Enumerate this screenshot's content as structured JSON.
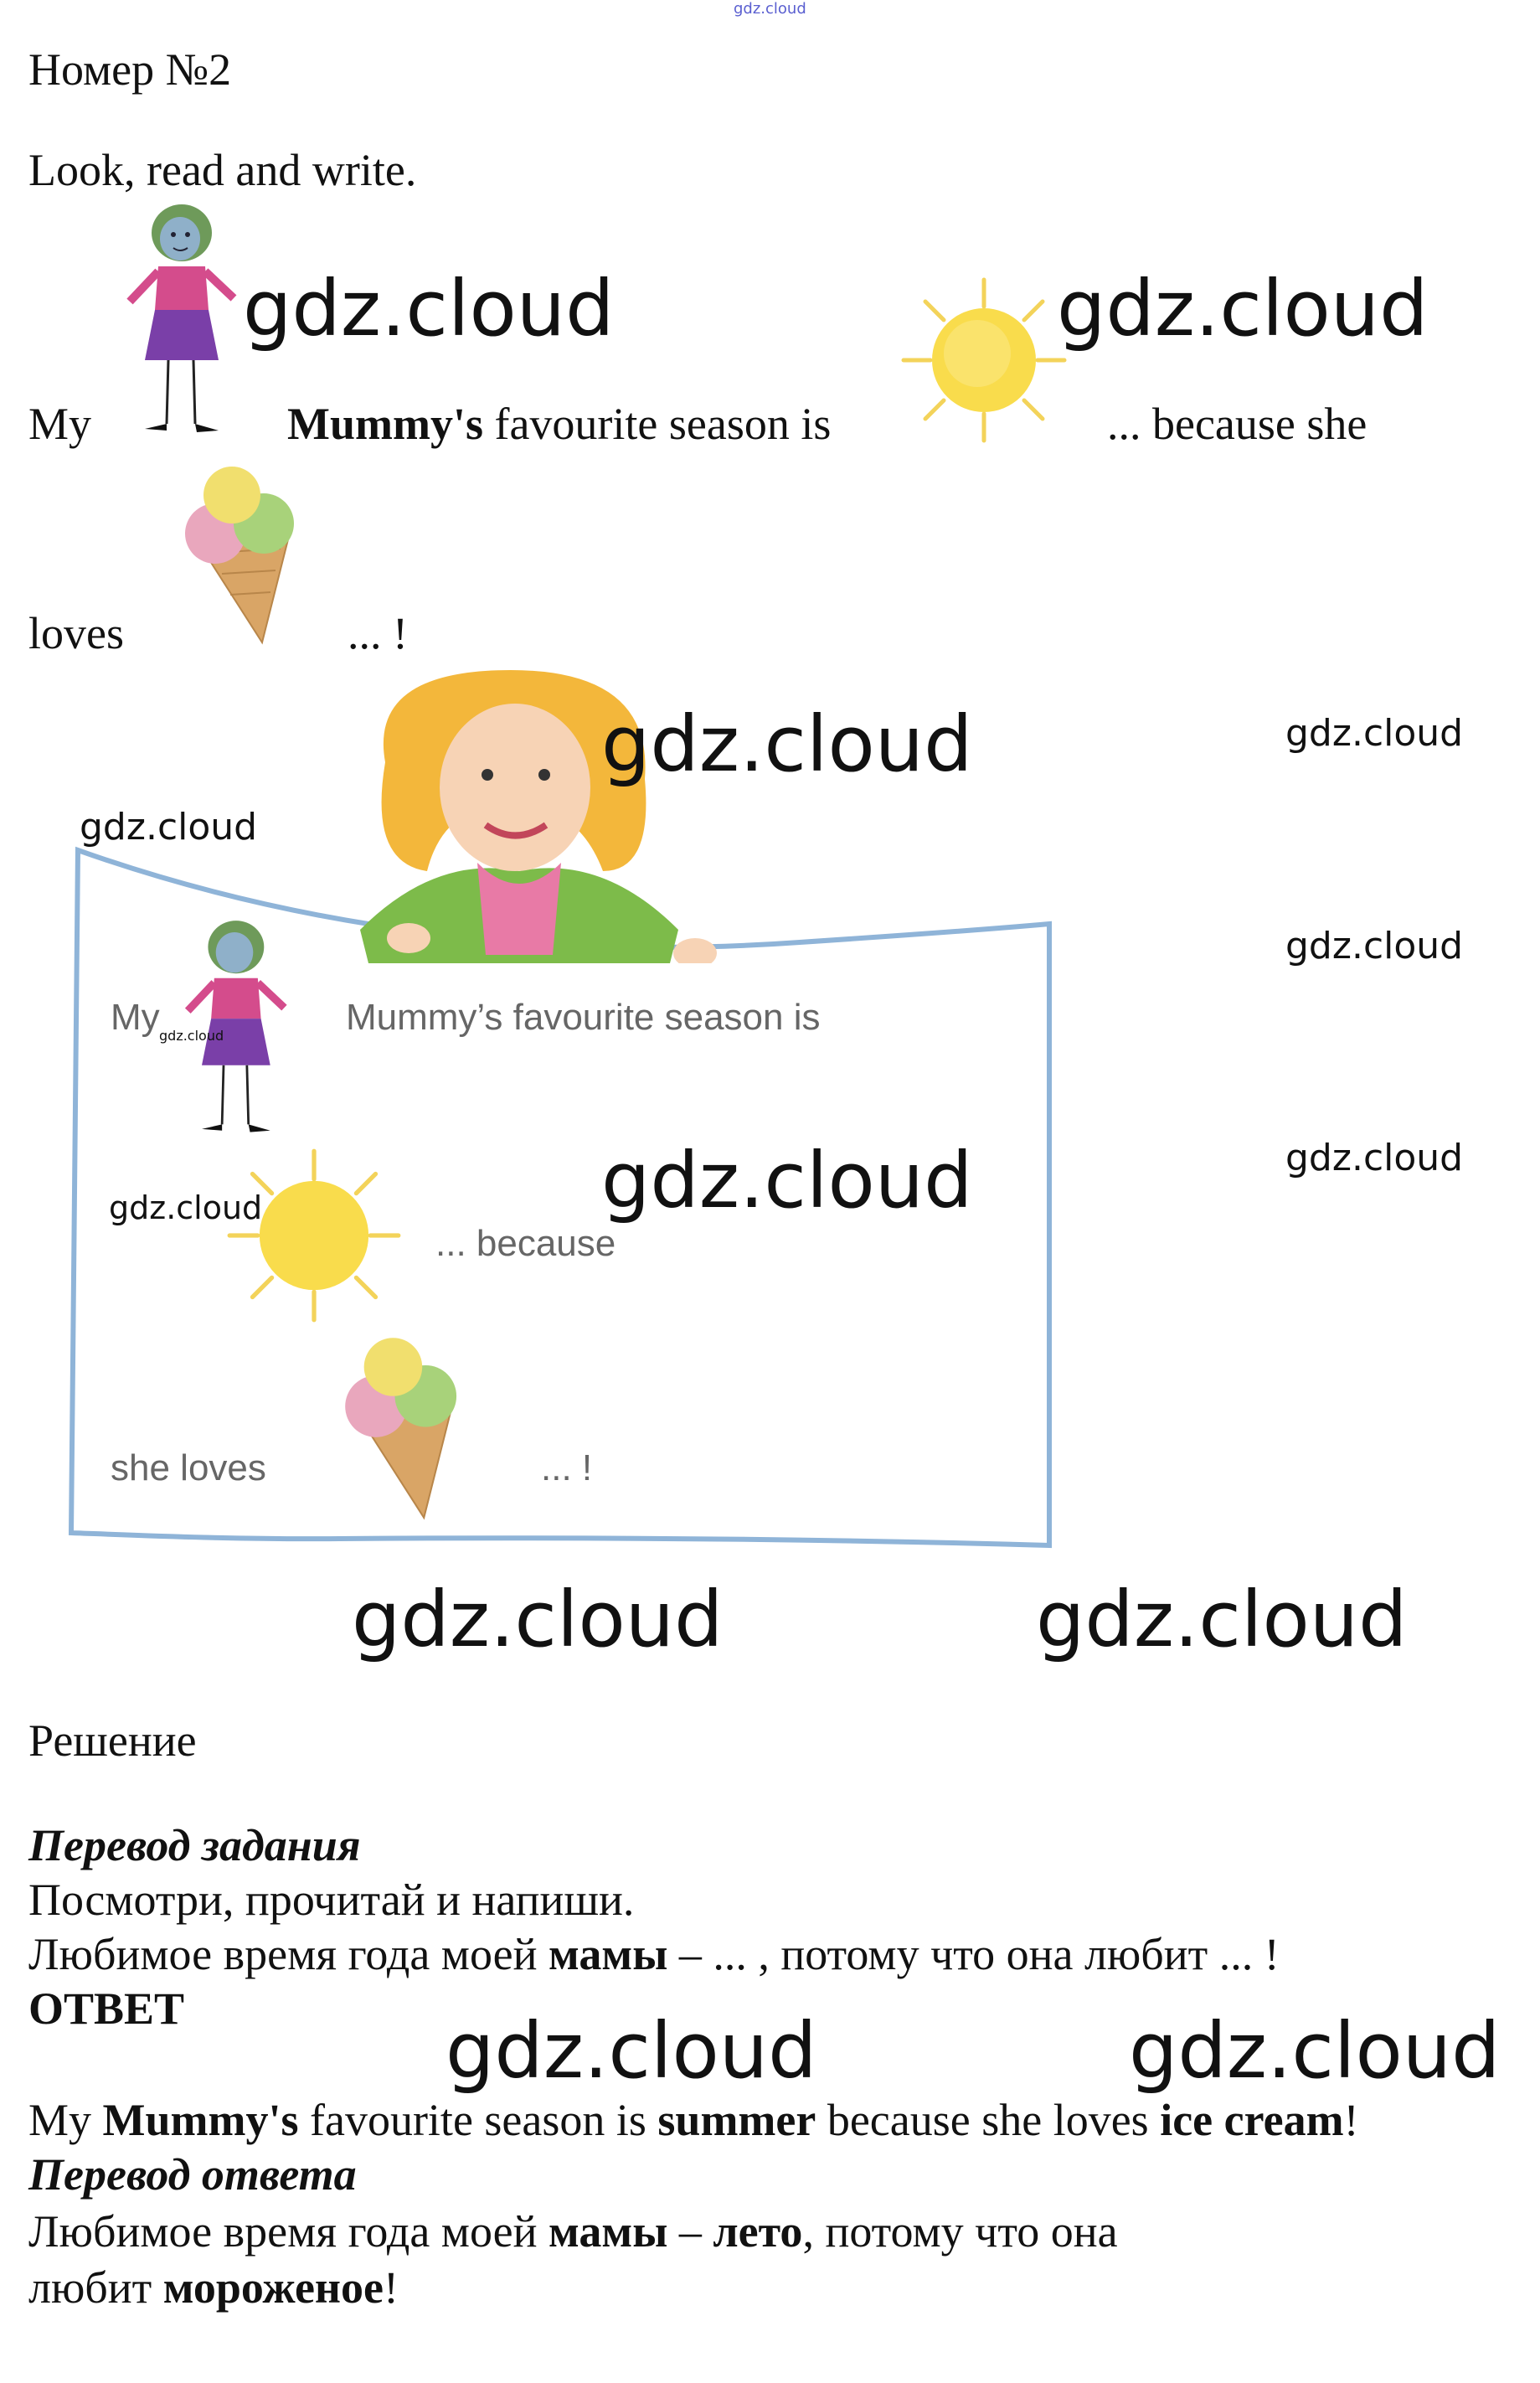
{
  "watermark": "gdz.cloud",
  "header": {
    "number": "Номер №2",
    "instruction": "Look, read and write."
  },
  "task": {
    "line1": {
      "my": "My",
      "mummy": "Mummy's",
      "rest": "favourite season is",
      "ending": "... because she"
    },
    "line2": {
      "loves": "loves",
      "ending": "... !"
    }
  },
  "board": {
    "my": "My",
    "mummy_line": "Mummy’s favourite season is",
    "because": "...  because",
    "she_loves": "she loves",
    "ending": "... !"
  },
  "solution": {
    "heading": "Решение",
    "translation_heading": "Перевод задания",
    "translation_line1": "Посмотри, прочитай и напиши.",
    "translation_line2": {
      "a": "Любимое время года моей ",
      "b": "мамы",
      "c": " – ... , потому что она любит ... !"
    },
    "answer_heading": "ОТВЕТ",
    "answer": {
      "a": "My ",
      "b": "Mummy's",
      "c": " favourite season is ",
      "d": "summer",
      "e": " because she loves ",
      "f": "ice cream",
      "g": "!"
    },
    "answer_translation_heading": "Перевод ответа",
    "answer_translation_line1": {
      "a": "Любимое время года моей ",
      "b": "мамы",
      "c": " – ",
      "d": "лето",
      "e": ", потому что она"
    },
    "answer_translation_line2": {
      "a": "любит ",
      "b": "мороженое",
      "c": "!"
    }
  },
  "icons": [
    "girl-drawing-icon",
    "sun-icon",
    "ice-cream-icon",
    "smiling-woman-icon"
  ]
}
